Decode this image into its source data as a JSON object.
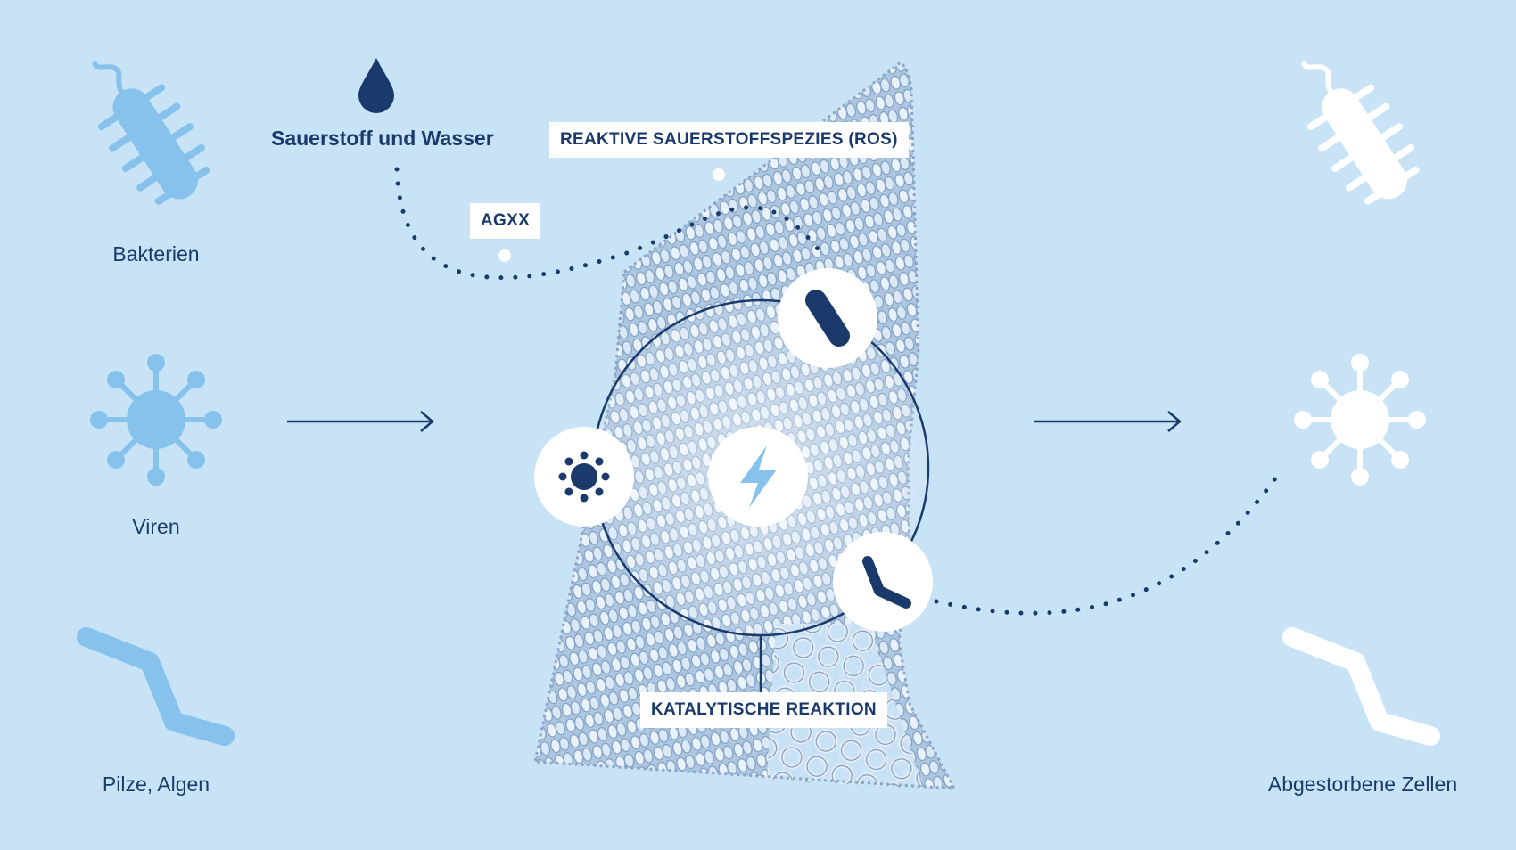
{
  "left_items": [
    {
      "label": "Bakterien",
      "icon": "bacterium-icon"
    },
    {
      "label": "Viren",
      "icon": "virus-icon"
    },
    {
      "label": "Pilze, Algen",
      "icon": "fungi-algae-icon"
    }
  ],
  "oxygen_water": {
    "label": "Sauerstoff und Wasser",
    "icon": "water-drop-icon"
  },
  "tags": {
    "ros": "REAKTIVE SAUERSTOFFSPEZIES (ROS)",
    "agxx": "AGXX",
    "catalytic": "KATALYTISCHE REAKTION"
  },
  "result": {
    "label": "Abgestorbene Zellen"
  },
  "colors": {
    "background": "#c8e2f6",
    "navy": "#1a3a6b",
    "light_blue": "#86c2ec",
    "white": "#ffffff"
  }
}
